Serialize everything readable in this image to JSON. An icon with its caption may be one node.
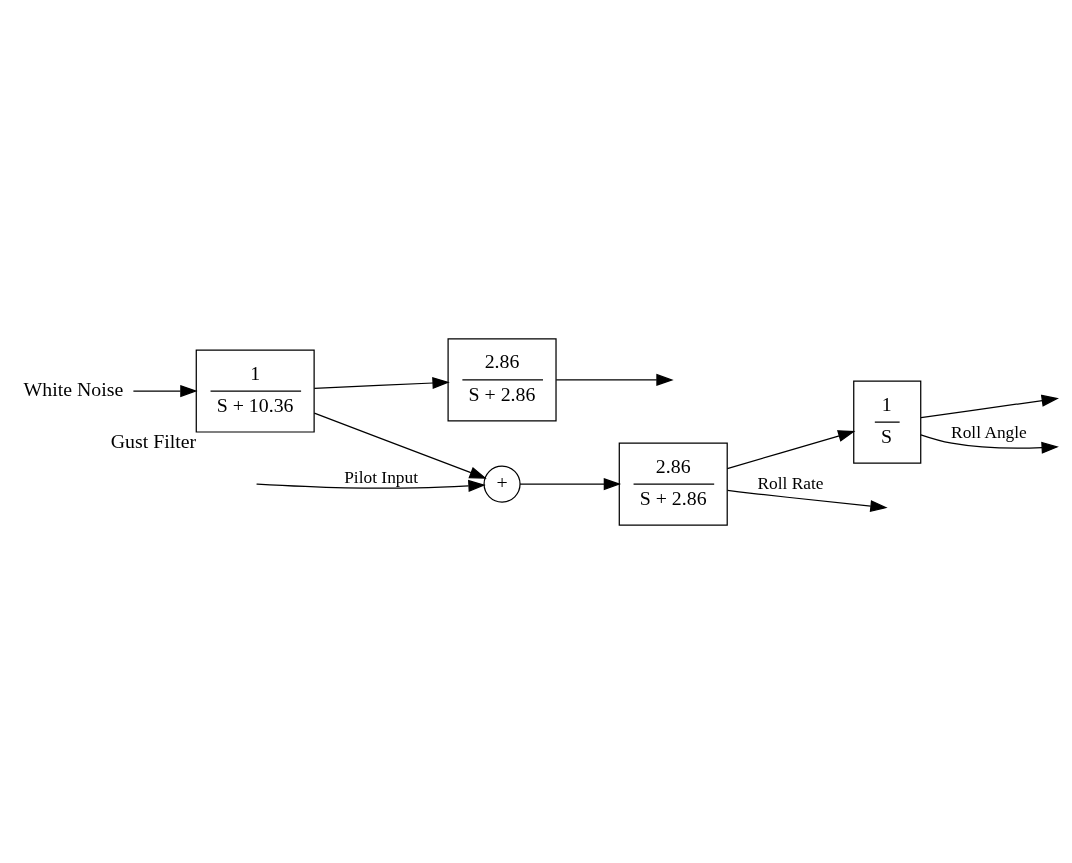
{
  "diagram": {
    "nodes": [
      {
        "text": [
          "White Noise"
        ]
      },
      {
        "text": [
          "1",
          "S + 10.36"
        ],
        "beside": [
          "Gust Filter"
        ]
      },
      {
        "text": [
          "2.86",
          "S + 2.86"
        ]
      },
      {
        "text": [
          "+"
        ]
      },
      {
        "text": [
          "2.86",
          "S + 2.86"
        ]
      },
      {
        "text": [
          "1",
          "S"
        ]
      }
    ],
    "edges": [
      {
        "from": 0,
        "to": 1,
        "arrow": "to"
      },
      {
        "from": 1,
        "to": 2,
        "arrow": "to"
      },
      {
        "from": 2,
        "to": null,
        "arrow": "to"
      },
      {
        "from": 1,
        "to": 3,
        "arrow": "to"
      },
      {
        "from": null,
        "to": 3,
        "arrow": "to",
        "label": "Pilot Input"
      },
      {
        "from": 3,
        "to": 4,
        "arrow": "to"
      },
      {
        "from": 4,
        "to": 5,
        "arrow": "to"
      },
      {
        "from": 4,
        "to": null,
        "arrow": "to",
        "label": "Roll Rate"
      },
      {
        "from": 5,
        "to": null,
        "arrow": "to"
      },
      {
        "from": 5,
        "to": null,
        "arrow": "to",
        "label": "Roll Angle"
      }
    ]
  }
}
